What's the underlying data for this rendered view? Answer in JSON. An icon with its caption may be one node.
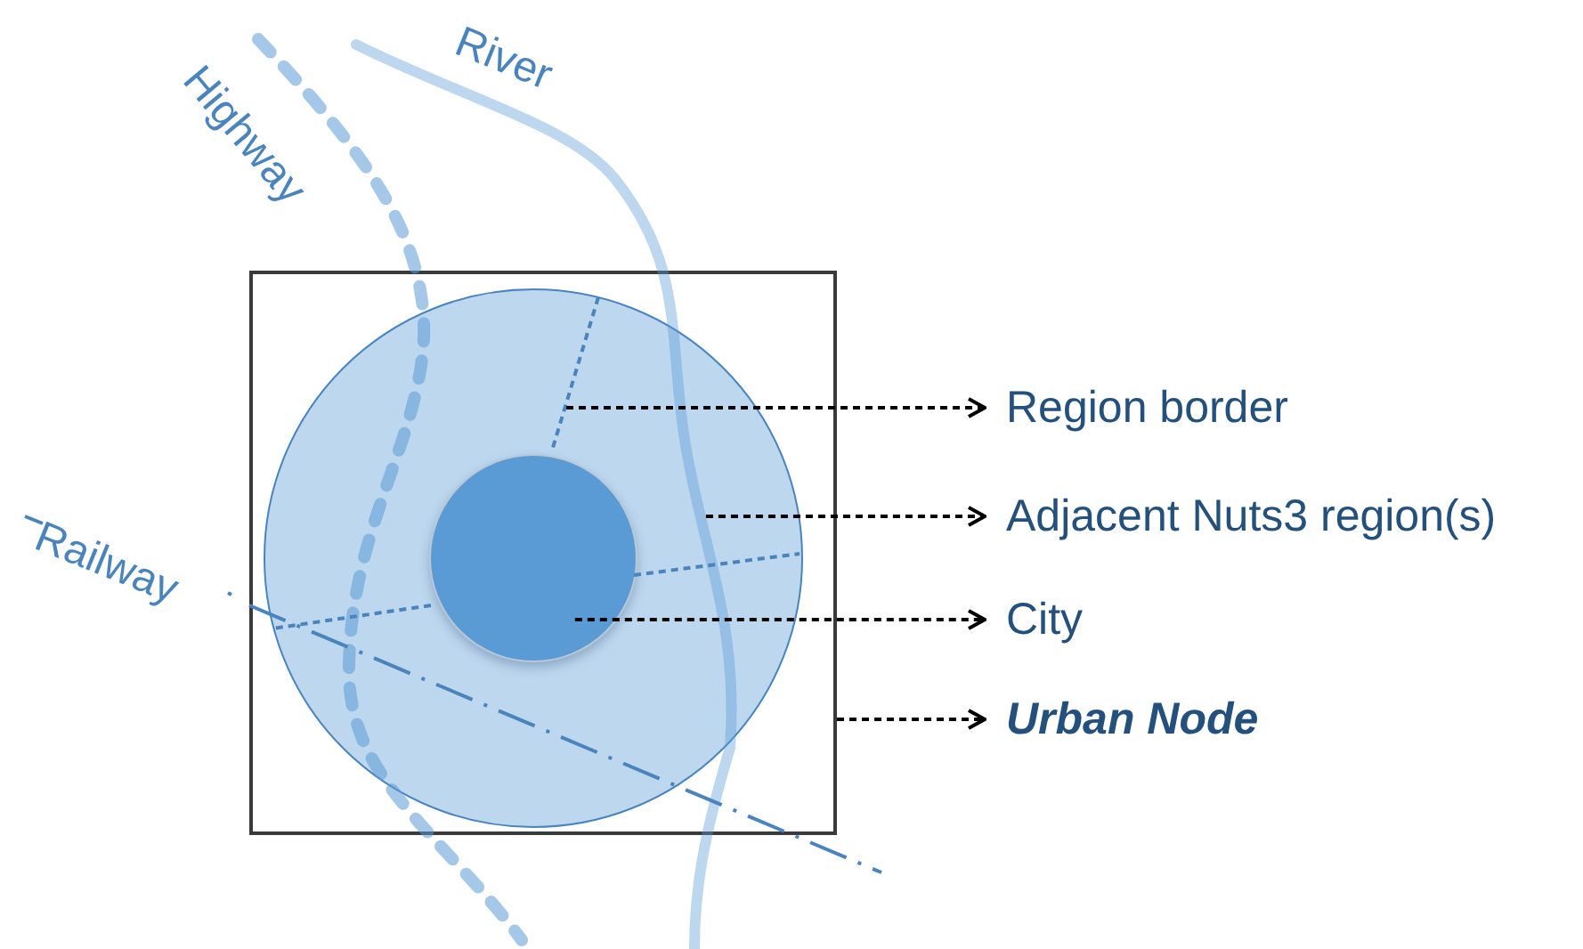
{
  "diagram": {
    "nodes": [
      {
        "text": [],
        "shape": "box"
      },
      {
        "text": [],
        "shape": "circle",
        "in": 0
      },
      {
        "text": [],
        "shape": "circle",
        "in": 1
      },
      {
        "text": [
          "Region border"
        ]
      },
      {
        "text": [
          "Adjacent Nuts3 region(s)"
        ]
      },
      {
        "text": [
          "City"
        ]
      },
      {
        "text": [
          "Urban Node"
        ]
      }
    ],
    "edges": [
      {
        "from": null,
        "to": 3,
        "arrow": "to",
        "style": "dashed"
      },
      {
        "from": 1,
        "to": 4,
        "arrow": "to",
        "style": "dashed"
      },
      {
        "from": 2,
        "to": 5,
        "arrow": "to",
        "style": "dashed"
      },
      {
        "from": 0,
        "to": 6,
        "arrow": "to",
        "style": "dashed"
      }
    ],
    "labels": [
      "Highway",
      "River",
      "Railway"
    ]
  }
}
